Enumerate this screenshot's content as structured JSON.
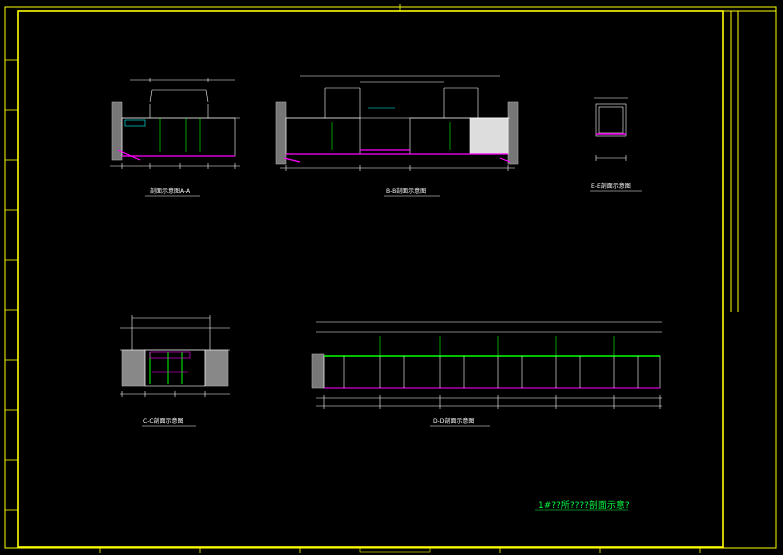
{
  "drawing": {
    "background": "#000000",
    "frame_color": "#ffff00",
    "line_color": "#ffffff",
    "accent_magenta": "#ff00ff",
    "accent_green": "#00ff00",
    "accent_cyan": "#00ffff",
    "sheet_title": "1#??所????剖面示意?",
    "sections": [
      {
        "id": "A",
        "label": "剖面示意图A-A"
      },
      {
        "id": "B",
        "label": "B-B剖面示意图"
      },
      {
        "id": "E",
        "label": "E-E剖面示意图"
      },
      {
        "id": "C",
        "label": "C-C剖面示意图"
      },
      {
        "id": "D",
        "label": "D-D剖面示意图"
      }
    ]
  }
}
